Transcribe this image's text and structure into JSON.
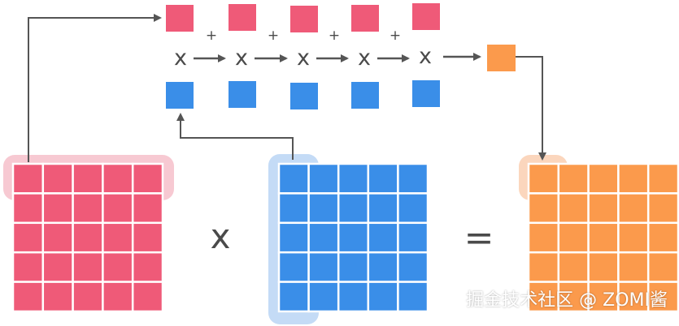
{
  "colors": {
    "red": "#ef5a78",
    "blue": "#3a8ee8",
    "orange": "#fb9a4c",
    "red_highlight": "#f7c9d2",
    "blue_highlight": "#c4dbf6",
    "orange_highlight": "#fbd6bd",
    "arrow": "#555555",
    "grid_line": "#ffffff"
  },
  "operators": {
    "multiply": "x",
    "plus": "+",
    "equals": "="
  },
  "matrix_size": 5,
  "watermark": "掘金技术社区 @ ZOMI酱"
}
